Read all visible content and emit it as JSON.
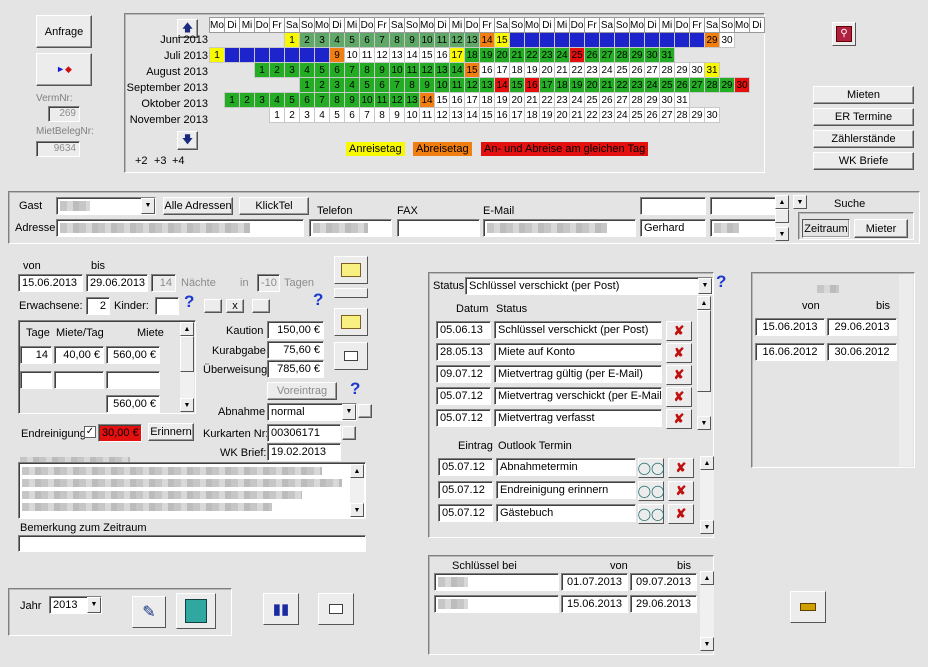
{
  "top": {
    "anfrage_label": "Anfrage",
    "vermnr_label": "VermNr:",
    "vermnr_value": "269",
    "mietbelegnr_label": "MietBelegNr:",
    "mietbelegnr_value": "9634"
  },
  "calendar": {
    "weekdays": [
      "Mo",
      "Di",
      "Mi",
      "Do",
      "Fr",
      "Sa",
      "So",
      "Mo",
      "Di",
      "Mi",
      "Do",
      "Fr",
      "Sa",
      "So",
      "Mo",
      "Di",
      "Mi",
      "Do",
      "Fr",
      "Sa",
      "So",
      "Mo",
      "Di",
      "Mi",
      "Do",
      "Fr",
      "Sa",
      "So",
      "Mo",
      "Di",
      "Mi",
      "Do",
      "Fr",
      "Sa",
      "So",
      "Mo",
      "Di"
    ],
    "months": [
      {
        "label": "Juni 2013",
        "offset": 5,
        "days": [
          [
            "1",
            "y"
          ],
          [
            "2",
            "s"
          ],
          [
            "3",
            "s"
          ],
          [
            "4",
            "s"
          ],
          [
            "5",
            "s"
          ],
          [
            "6",
            "s"
          ],
          [
            "7",
            "s"
          ],
          [
            "8",
            "s"
          ],
          [
            "9",
            "s"
          ],
          [
            "10",
            "s"
          ],
          [
            "11",
            "s"
          ],
          [
            "12",
            "s"
          ],
          [
            "13",
            "s"
          ],
          [
            "14",
            "o"
          ],
          [
            "15",
            "y"
          ],
          [
            "16",
            "b"
          ],
          [
            "17",
            "b"
          ],
          [
            "18",
            "b"
          ],
          [
            "19",
            "b"
          ],
          [
            "20",
            "b"
          ],
          [
            "21",
            "b"
          ],
          [
            "22",
            "b"
          ],
          [
            "23",
            "b"
          ],
          [
            "24",
            "b"
          ],
          [
            "25",
            "b"
          ],
          [
            "26",
            "b"
          ],
          [
            "27",
            "b"
          ],
          [
            "28",
            "b"
          ],
          [
            "29",
            "o"
          ],
          [
            "30",
            "f"
          ]
        ]
      },
      {
        "label": "Juli 2013",
        "offset": 0,
        "days": [
          [
            "1",
            "y"
          ],
          [
            "2",
            "b"
          ],
          [
            "3",
            "b"
          ],
          [
            "4",
            "b"
          ],
          [
            "5",
            "b"
          ],
          [
            "6",
            "b"
          ],
          [
            "7",
            "b"
          ],
          [
            "8",
            "b"
          ],
          [
            "9",
            "o"
          ],
          [
            "10",
            "f"
          ],
          [
            "11",
            "f"
          ],
          [
            "12",
            "f"
          ],
          [
            "13",
            "f"
          ],
          [
            "14",
            "f"
          ],
          [
            "15",
            "f"
          ],
          [
            "16",
            "f"
          ],
          [
            "17",
            "y"
          ],
          [
            "18",
            "g"
          ],
          [
            "19",
            "g"
          ],
          [
            "20",
            "g"
          ],
          [
            "21",
            "g"
          ],
          [
            "22",
            "g"
          ],
          [
            "23",
            "g"
          ],
          [
            "24",
            "g"
          ],
          [
            "25",
            "r"
          ],
          [
            "26",
            "g"
          ],
          [
            "27",
            "g"
          ],
          [
            "28",
            "g"
          ],
          [
            "29",
            "g"
          ],
          [
            "30",
            "g"
          ],
          [
            "31",
            "g"
          ]
        ]
      },
      {
        "label": "August 2013",
        "offset": 3,
        "days": [
          [
            "1",
            "g"
          ],
          [
            "2",
            "g"
          ],
          [
            "3",
            "g"
          ],
          [
            "4",
            "g"
          ],
          [
            "5",
            "g"
          ],
          [
            "6",
            "g"
          ],
          [
            "7",
            "g"
          ],
          [
            "8",
            "g"
          ],
          [
            "9",
            "g"
          ],
          [
            "10",
            "g"
          ],
          [
            "11",
            "g"
          ],
          [
            "12",
            "g"
          ],
          [
            "13",
            "g"
          ],
          [
            "14",
            "g"
          ],
          [
            "15",
            "o"
          ],
          [
            "16",
            "f"
          ],
          [
            "17",
            "f"
          ],
          [
            "18",
            "f"
          ],
          [
            "19",
            "f"
          ],
          [
            "20",
            "f"
          ],
          [
            "21",
            "f"
          ],
          [
            "22",
            "f"
          ],
          [
            "23",
            "f"
          ],
          [
            "24",
            "f"
          ],
          [
            "25",
            "f"
          ],
          [
            "26",
            "f"
          ],
          [
            "27",
            "f"
          ],
          [
            "28",
            "f"
          ],
          [
            "29",
            "f"
          ],
          [
            "30",
            "f"
          ],
          [
            "31",
            "y"
          ]
        ]
      },
      {
        "label": "September 2013",
        "offset": 6,
        "days": [
          [
            "1",
            "g"
          ],
          [
            "2",
            "g"
          ],
          [
            "3",
            "g"
          ],
          [
            "4",
            "g"
          ],
          [
            "5",
            "g"
          ],
          [
            "6",
            "g"
          ],
          [
            "7",
            "g"
          ],
          [
            "8",
            "g"
          ],
          [
            "9",
            "g"
          ],
          [
            "10",
            "g"
          ],
          [
            "11",
            "g"
          ],
          [
            "12",
            "g"
          ],
          [
            "13",
            "g"
          ],
          [
            "14",
            "r"
          ],
          [
            "15",
            "g"
          ],
          [
            "16",
            "r"
          ],
          [
            "17",
            "g"
          ],
          [
            "18",
            "g"
          ],
          [
            "19",
            "g"
          ],
          [
            "20",
            "g"
          ],
          [
            "21",
            "g"
          ],
          [
            "22",
            "g"
          ],
          [
            "23",
            "g"
          ],
          [
            "24",
            "g"
          ],
          [
            "25",
            "g"
          ],
          [
            "26",
            "g"
          ],
          [
            "27",
            "g"
          ],
          [
            "28",
            "g"
          ],
          [
            "29",
            "g"
          ],
          [
            "30",
            "r"
          ]
        ]
      },
      {
        "label": "Oktober 2013",
        "offset": 1,
        "days": [
          [
            "1",
            "g"
          ],
          [
            "2",
            "g"
          ],
          [
            "3",
            "g"
          ],
          [
            "4",
            "g"
          ],
          [
            "5",
            "g"
          ],
          [
            "6",
            "g"
          ],
          [
            "7",
            "g"
          ],
          [
            "8",
            "g"
          ],
          [
            "9",
            "g"
          ],
          [
            "10",
            "g"
          ],
          [
            "11",
            "g"
          ],
          [
            "12",
            "g"
          ],
          [
            "13",
            "g"
          ],
          [
            "14",
            "o"
          ],
          [
            "15",
            "f"
          ],
          [
            "16",
            "f"
          ],
          [
            "17",
            "f"
          ],
          [
            "18",
            "f"
          ],
          [
            "19",
            "f"
          ],
          [
            "20",
            "f"
          ],
          [
            "21",
            "f"
          ],
          [
            "22",
            "f"
          ],
          [
            "23",
            "f"
          ],
          [
            "24",
            "f"
          ],
          [
            "25",
            "f"
          ],
          [
            "26",
            "f"
          ],
          [
            "27",
            "f"
          ],
          [
            "28",
            "f"
          ],
          [
            "29",
            "f"
          ],
          [
            "30",
            "f"
          ],
          [
            "31",
            "f"
          ]
        ]
      },
      {
        "label": "November 2013",
        "offset": 4,
        "days": [
          [
            "1",
            "f"
          ],
          [
            "2",
            "f"
          ],
          [
            "3",
            "f"
          ],
          [
            "4",
            "f"
          ],
          [
            "5",
            "f"
          ],
          [
            "6",
            "f"
          ],
          [
            "7",
            "f"
          ],
          [
            "8",
            "f"
          ],
          [
            "9",
            "f"
          ],
          [
            "10",
            "f"
          ],
          [
            "11",
            "f"
          ],
          [
            "12",
            "f"
          ],
          [
            "13",
            "f"
          ],
          [
            "14",
            "f"
          ],
          [
            "15",
            "f"
          ],
          [
            "16",
            "f"
          ],
          [
            "17",
            "f"
          ],
          [
            "18",
            "f"
          ],
          [
            "19",
            "f"
          ],
          [
            "20",
            "f"
          ],
          [
            "21",
            "f"
          ],
          [
            "22",
            "f"
          ],
          [
            "23",
            "f"
          ],
          [
            "24",
            "f"
          ],
          [
            "25",
            "f"
          ],
          [
            "26",
            "f"
          ],
          [
            "27",
            "f"
          ],
          [
            "28",
            "f"
          ],
          [
            "29",
            "f"
          ],
          [
            "30",
            "f"
          ]
        ]
      }
    ],
    "paging": [
      "+2",
      "+3",
      "+4"
    ],
    "legend": {
      "anreise": "Anreisetag",
      "abreise": "Abreisetag",
      "beide": "An- und Abreise am gleichen Tag"
    },
    "colors": {
      "free": "#ffffff",
      "booked_blue": "#1d24cc",
      "booked_green": "#24ad24",
      "booked_sage": "#5fa868",
      "arrival": "#f8f800",
      "departure": "#f07e10",
      "both": "#e41010"
    }
  },
  "right_buttons": [
    "Mieten",
    "ER Termine",
    "Zählerstände",
    "WK Briefe"
  ],
  "guest": {
    "gast_label": "Gast",
    "alle_adressen": "Alle Adressen",
    "klicktel": "KlickTel",
    "telefon_label": "Telefon",
    "fax_label": "FAX",
    "email_label": "E-Mail",
    "adresse_label": "Adresse",
    "vorname": "Gerhard",
    "suche_label": "Suche",
    "zeitraum_btn": "Zeitraum",
    "mieter_btn": "Mieter"
  },
  "booking": {
    "von_label": "von",
    "bis_label": "bis",
    "von": "15.06.2013",
    "bis": "29.06.2013",
    "naechte": "14",
    "naechte_label": "Nächte",
    "in_label": "in",
    "tage": "-10",
    "tage_label": "Tagen",
    "erwachsene_label": "Erwachsene:",
    "erwachsene": "2",
    "kinder_label": "Kinder:",
    "x_label": "x",
    "price_headers": [
      "Tage",
      "Miete/Tag",
      "Miete"
    ],
    "price_row": {
      "tage": "14",
      "miete_tag": "40,00 €",
      "miete": "560,00 €"
    },
    "total": "560,00 €",
    "kaution_label": "Kaution",
    "kaution": "150,00 €",
    "kurabgabe_label": "Kurabgabe",
    "kurabgabe": "75,60 €",
    "ueberweisung_label": "Überweisung",
    "ueberweisung": "785,60 €",
    "voreintrag": "Voreintrag",
    "abnahme_label": "Abnahme",
    "abnahme": "normal",
    "endreinigung_label": "Endreinigung",
    "endreinigung": "30,00 €",
    "erinnern": "Erinnern",
    "kurkarten_label": "Kurkarten Nr:",
    "kurkarten": "00306171",
    "wkbrief_label": "WK Brief:",
    "wkbrief": "19.02.2013",
    "bemerkung_zeitraum_label": "Bemerkung zum Zeitraum"
  },
  "status": {
    "label": "Status",
    "current": "Schlüssel verschickt (per Post)",
    "col_datum": "Datum",
    "col_status": "Status",
    "rows": [
      {
        "date": "05.06.13",
        "text": "Schlüssel verschickt (per Post)"
      },
      {
        "date": "28.05.13",
        "text": "Miete auf Konto"
      },
      {
        "date": "09.07.12",
        "text": "Mietvertrag gültig (per E-Mail)"
      },
      {
        "date": "05.07.12",
        "text": "Mietvertrag verschickt (per E-Mail)"
      },
      {
        "date": "05.07.12",
        "text": "Mietvertrag verfasst"
      }
    ],
    "col_eintrag": "Eintrag",
    "col_outlook": "Outlook Termin",
    "termine": [
      {
        "date": "05.07.12",
        "text": "Abnahmetermin"
      },
      {
        "date": "05.07.12",
        "text": "Endreinigung erinnern"
      },
      {
        "date": "05.07.12",
        "text": "Gästebuch"
      }
    ]
  },
  "history": {
    "von_label": "von",
    "bis_label": "bis",
    "rows": [
      {
        "von": "15.06.2013",
        "bis": "29.06.2013"
      },
      {
        "von": "16.06.2012",
        "bis": "30.06.2012"
      }
    ]
  },
  "keys": {
    "header": "Schlüssel bei",
    "von_label": "von",
    "bis_label": "bis",
    "rows": [
      {
        "von": "01.07.2013",
        "bis": "09.07.2013"
      },
      {
        "von": "15.06.2013",
        "bis": "29.06.2013"
      }
    ]
  },
  "year": {
    "label": "Jahr",
    "value": "2013"
  }
}
